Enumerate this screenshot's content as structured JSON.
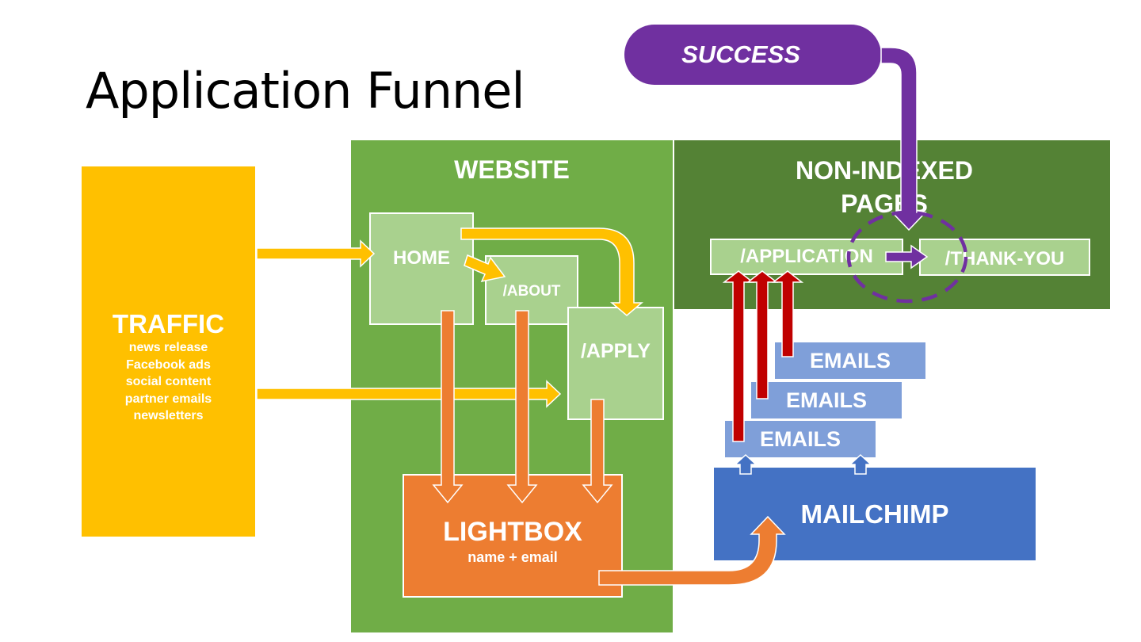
{
  "title": "Application Funnel",
  "traffic": {
    "label": "TRAFFIC",
    "sources": [
      "news release",
      "Facebook ads",
      "social content",
      "partner emails",
      "newsletters"
    ]
  },
  "website": {
    "label": "WEBSITE",
    "home": "HOME",
    "about": "/ABOUT",
    "apply": "/APPLY"
  },
  "nonindexed": {
    "label_line1": "NON-INDEXED",
    "label_line2": "PAGES",
    "application": "/APPLICATION",
    "thank_you": "/THANK-YOU"
  },
  "lightbox": {
    "label": "LIGHTBOX",
    "sublabel": "name + email"
  },
  "mailchimp": "MAILCHIMP",
  "emails": [
    "EMAILS",
    "EMAILS",
    "EMAILS"
  ],
  "success": "SUCCESS",
  "colors": {
    "traffic": "#ffc000",
    "website": "#70ad47",
    "nonindexed": "#548235",
    "page": "#a9d18e",
    "lightbox": "#ed7d31",
    "mailchimp": "#4472c4",
    "emails": "#7f9fd9",
    "success": "#7030a0",
    "email_arrows": "#c00000"
  }
}
